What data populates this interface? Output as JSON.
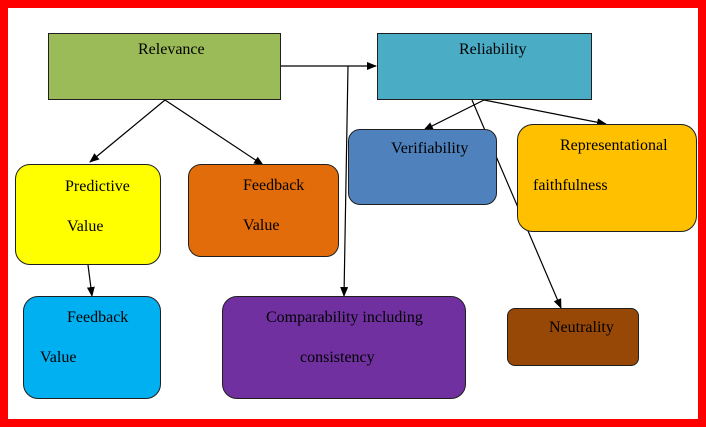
{
  "diagram": {
    "relevance": {
      "label": "Relevance",
      "color": "#9bbb59"
    },
    "reliability": {
      "label": "Reliability",
      "color": "#4bacc6"
    },
    "predictive_value": {
      "line1": "Predictive",
      "line2": "Value",
      "color": "#ffff00"
    },
    "feedback_value_1": {
      "line1": "Feedback",
      "line2": "Value",
      "color": "#e36c0a"
    },
    "feedback_value_2": {
      "line1": "Feedback",
      "line2": "Value",
      "color": "#00b0f0"
    },
    "comparability": {
      "line1": "Comparability including",
      "line2": "consistency",
      "color": "#7030a0"
    },
    "verifiability": {
      "label": "Verifiability",
      "color": "#4f81bd"
    },
    "representational_faithfulness": {
      "line1": "Representational",
      "line2": "faithfulness",
      "color": "#ffc000"
    },
    "neutrality": {
      "label": "Neutrality",
      "color": "#974706"
    }
  },
  "frame_color": "#ff0000",
  "connector_color": "#000000"
}
